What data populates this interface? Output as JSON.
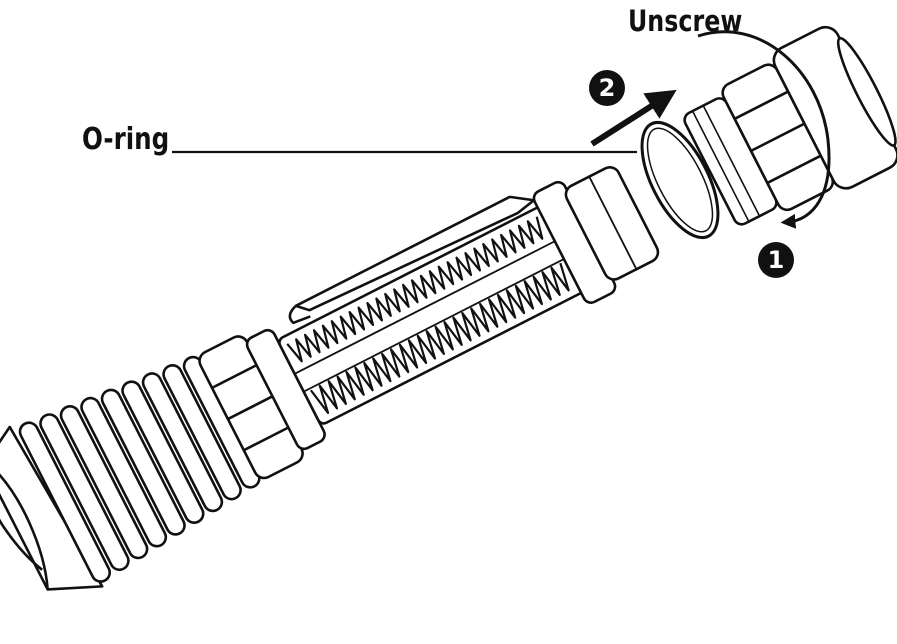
{
  "labels": {
    "o_ring": "O-ring",
    "unscrew": "Unscrew"
  },
  "steps": [
    {
      "number": "1"
    },
    {
      "number": "2"
    }
  ],
  "colors": {
    "ink": "#111111",
    "paper": "#ffffff"
  }
}
